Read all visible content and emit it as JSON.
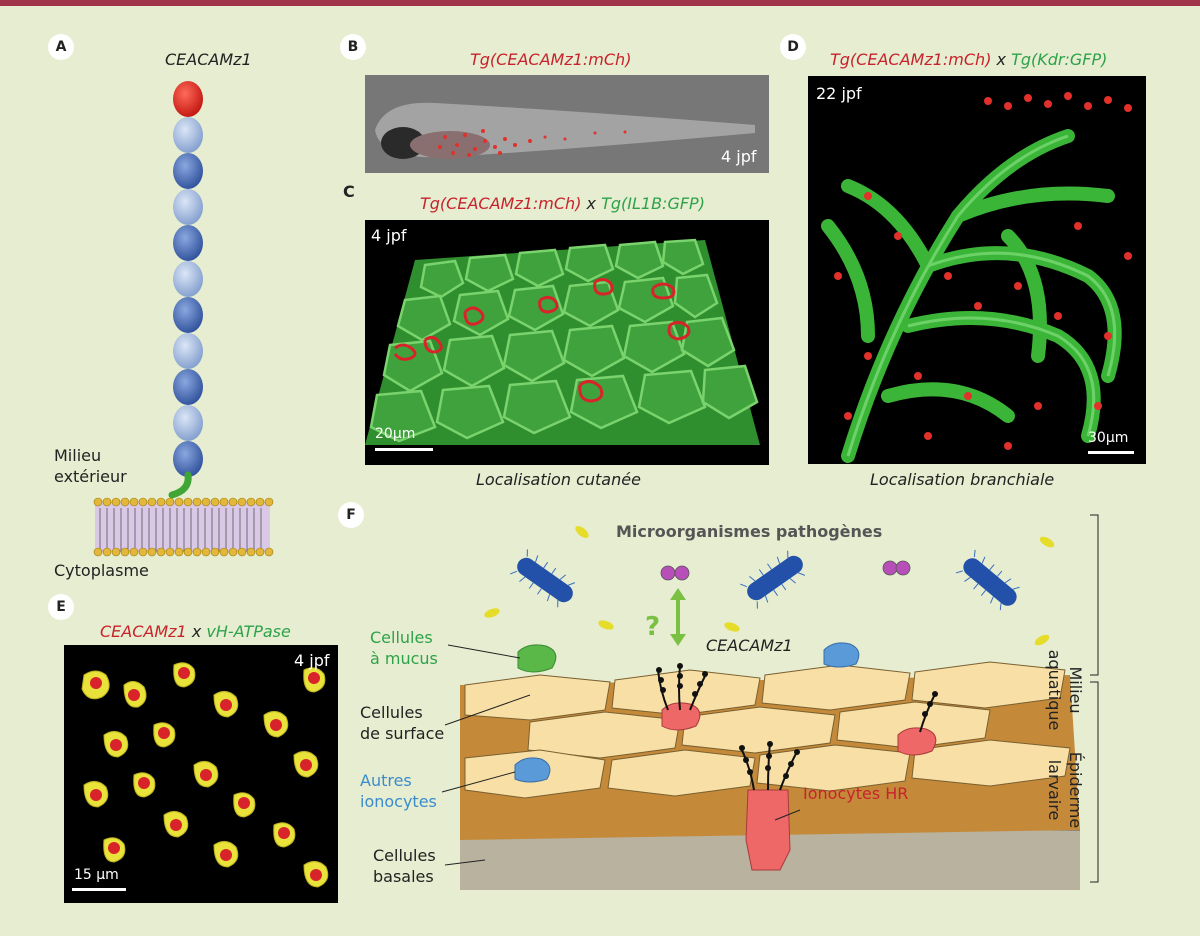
{
  "panels": {
    "A": {
      "badge": "A",
      "gene": "CEACAMz1",
      "outside": "Milieu\nextérieur",
      "cytoplasm": "Cytoplasme"
    },
    "B": {
      "badge": "B",
      "title": "Tg(CEACAMz1:mCh)",
      "age": "4 jpf"
    },
    "C": {
      "badge": "C",
      "title_red": "Tg(CEACAMz1:mCh)",
      "title_x": "x",
      "title_green": "Tg(IL1B:GFP)",
      "age": "4 jpf",
      "scale": "20µm",
      "caption": "Localisation cutanée"
    },
    "D": {
      "badge": "D",
      "title_red": "Tg(CEACAMz1:mCh)",
      "title_x": "x",
      "title_green": "Tg(Kdr:GFP)",
      "age": "22 jpf",
      "scale": "30µm",
      "caption": "Localisation branchiale"
    },
    "E": {
      "badge": "E",
      "title_red": "CEACAMz1",
      "title_x": "x",
      "title_green": "vH-ATPase",
      "age": "4 jpf",
      "scale": "15 µm"
    },
    "F": {
      "badge": "F",
      "pathogens": "Microorganismes pathogènes",
      "question": "?",
      "ceacam": "CEACAMz1",
      "mucus": "Cellules\nà mucus",
      "surface": "Cellules\nde surface",
      "autres": "Autres\nionocytes",
      "basales": "Cellules\nbasales",
      "ionocytes_hr": "Ionocytes HR",
      "milieu": "Milieu\naquatique",
      "epiderme": "Épiderme\nlarvaire"
    }
  },
  "colors": {
    "accent": "#a0344a",
    "background": "#e6edd0",
    "red_text": "#c8232c",
    "green_text": "#2ea24a",
    "blue_text": "#3a8ccd"
  }
}
